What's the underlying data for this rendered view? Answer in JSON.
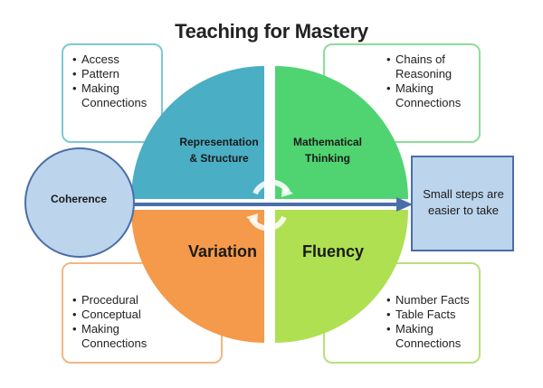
{
  "title": "Teaching for Mastery",
  "quadrants": {
    "top_left": {
      "label_line1": "Representation",
      "label_line2": "& Structure",
      "color": "#4aaec4"
    },
    "top_right": {
      "label_line1": "Mathematical",
      "label_line2": "Thinking",
      "color": "#4fd471"
    },
    "bottom_left": {
      "label": "Variation",
      "color": "#f5994a"
    },
    "bottom_right": {
      "label": "Fluency",
      "color": "#aee052"
    }
  },
  "boxes": {
    "top_left": [
      "Access",
      "Pattern",
      "Making",
      "Connections"
    ],
    "top_right": [
      "Chains of",
      "Reasoning",
      "Making",
      "Connections"
    ],
    "bottom_left": [
      "Procedural",
      "Conceptual",
      "Making",
      "Connections"
    ],
    "bottom_right": [
      "Number Facts",
      "Table Facts",
      "Making",
      "Connections"
    ]
  },
  "coherence": {
    "label": "Coherence",
    "color": "#bcd4ec"
  },
  "small_steps": {
    "line1": "Small steps are",
    "line2": "easier to take",
    "color": "#bcd4ec"
  },
  "arrow_color": "#4a6ea8"
}
